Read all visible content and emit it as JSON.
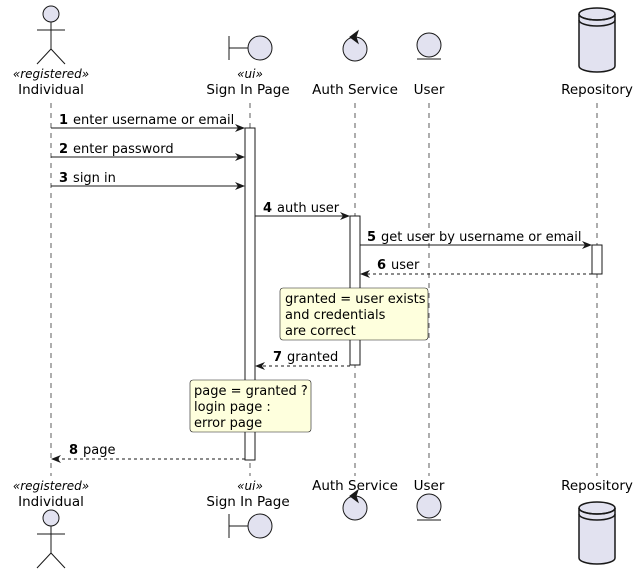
{
  "participants": {
    "individual": {
      "stereotype": "«registered»",
      "name": "Individual"
    },
    "signin": {
      "stereotype": "«ui»",
      "name": "Sign In Page"
    },
    "auth": {
      "name": "Auth Service"
    },
    "user": {
      "name": "User"
    },
    "repo": {
      "name": "Repository"
    }
  },
  "messages": [
    {
      "num": "1",
      "text": "enter username or email"
    },
    {
      "num": "2",
      "text": "enter password"
    },
    {
      "num": "3",
      "text": "sign in"
    },
    {
      "num": "4",
      "text": "auth user"
    },
    {
      "num": "5",
      "text": "get user by username or email"
    },
    {
      "num": "6",
      "text": "user"
    },
    {
      "num": "7",
      "text": "granted"
    },
    {
      "num": "8",
      "text": "page"
    }
  ],
  "notes": {
    "granted": [
      "granted = user exists",
      "and credentials",
      "are correct"
    ],
    "page": [
      "page = granted ?",
      "login page :",
      "error page"
    ]
  },
  "colors": {
    "participant_fill": "#E2E2F0",
    "note_fill": "#FEFFDD",
    "line": "#181818"
  }
}
